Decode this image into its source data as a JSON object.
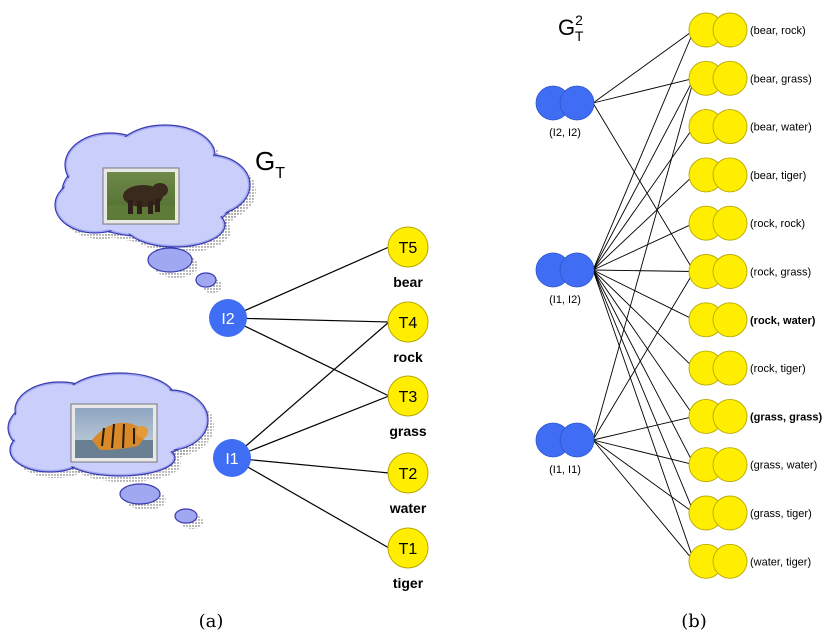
{
  "panel_a": {
    "title_main": "G",
    "title_sub": "T",
    "caption": "(a)",
    "image_nodes": [
      {
        "id": "I2",
        "label": "I2",
        "picture": "bear photo in thought cloud"
      },
      {
        "id": "I1",
        "label": "I1",
        "picture": "tiger photo in thought cloud"
      }
    ],
    "tag_nodes": [
      {
        "id": "T5",
        "label": "T5",
        "word": "bear"
      },
      {
        "id": "T4",
        "label": "T4",
        "word": "rock"
      },
      {
        "id": "T3",
        "label": "T3",
        "word": "grass"
      },
      {
        "id": "T2",
        "label": "T2",
        "word": "water"
      },
      {
        "id": "T1",
        "label": "T1",
        "word": "tiger"
      }
    ],
    "edges": [
      [
        "I2",
        "T5"
      ],
      [
        "I2",
        "T4"
      ],
      [
        "I2",
        "T3"
      ],
      [
        "I1",
        "T4"
      ],
      [
        "I1",
        "T3"
      ],
      [
        "I1",
        "T2"
      ],
      [
        "I1",
        "T1"
      ]
    ]
  },
  "panel_b": {
    "title_main": "G",
    "title_sup": "2",
    "title_sub": "T",
    "caption": "(b)",
    "left_nodes": [
      {
        "id": "L0",
        "label": "(I2, I2)"
      },
      {
        "id": "L1",
        "label": "(I1, I2)"
      },
      {
        "id": "L2",
        "label": "(I1, I1)"
      }
    ],
    "right_nodes": [
      {
        "label": "(bear, rock)",
        "bold": false
      },
      {
        "label": "(bear, grass)",
        "bold": false
      },
      {
        "label": "(bear, water)",
        "bold": false
      },
      {
        "label": "(bear, tiger)",
        "bold": false
      },
      {
        "label": "(rock, rock)",
        "bold": false
      },
      {
        "label": "(rock, grass)",
        "bold": false
      },
      {
        "label": "(rock, water)",
        "bold": true
      },
      {
        "label": "(rock, tiger)",
        "bold": false
      },
      {
        "label": "(grass, grass)",
        "bold": true
      },
      {
        "label": "(grass, water)",
        "bold": false
      },
      {
        "label": "(grass, tiger)",
        "bold": false
      },
      {
        "label": "(water, tiger)",
        "bold": false
      }
    ],
    "edges": [
      [
        0,
        0
      ],
      [
        0,
        1
      ],
      [
        0,
        5
      ],
      [
        1,
        0
      ],
      [
        1,
        1
      ],
      [
        1,
        2
      ],
      [
        1,
        3
      ],
      [
        1,
        4
      ],
      [
        1,
        5
      ],
      [
        1,
        6
      ],
      [
        1,
        7
      ],
      [
        1,
        8
      ],
      [
        1,
        9
      ],
      [
        1,
        10
      ],
      [
        1,
        11
      ],
      [
        2,
        1
      ],
      [
        2,
        5
      ],
      [
        2,
        8
      ],
      [
        2,
        9
      ],
      [
        2,
        10
      ],
      [
        2,
        11
      ]
    ]
  },
  "colors": {
    "image_node": "#3f6ef5",
    "tag_node": "#ffee00",
    "tag_stroke": "#b8a800",
    "cloud_fill": "#9fa8f0",
    "cloud_stroke": "#3a3ab0",
    "edge": "#000000"
  }
}
